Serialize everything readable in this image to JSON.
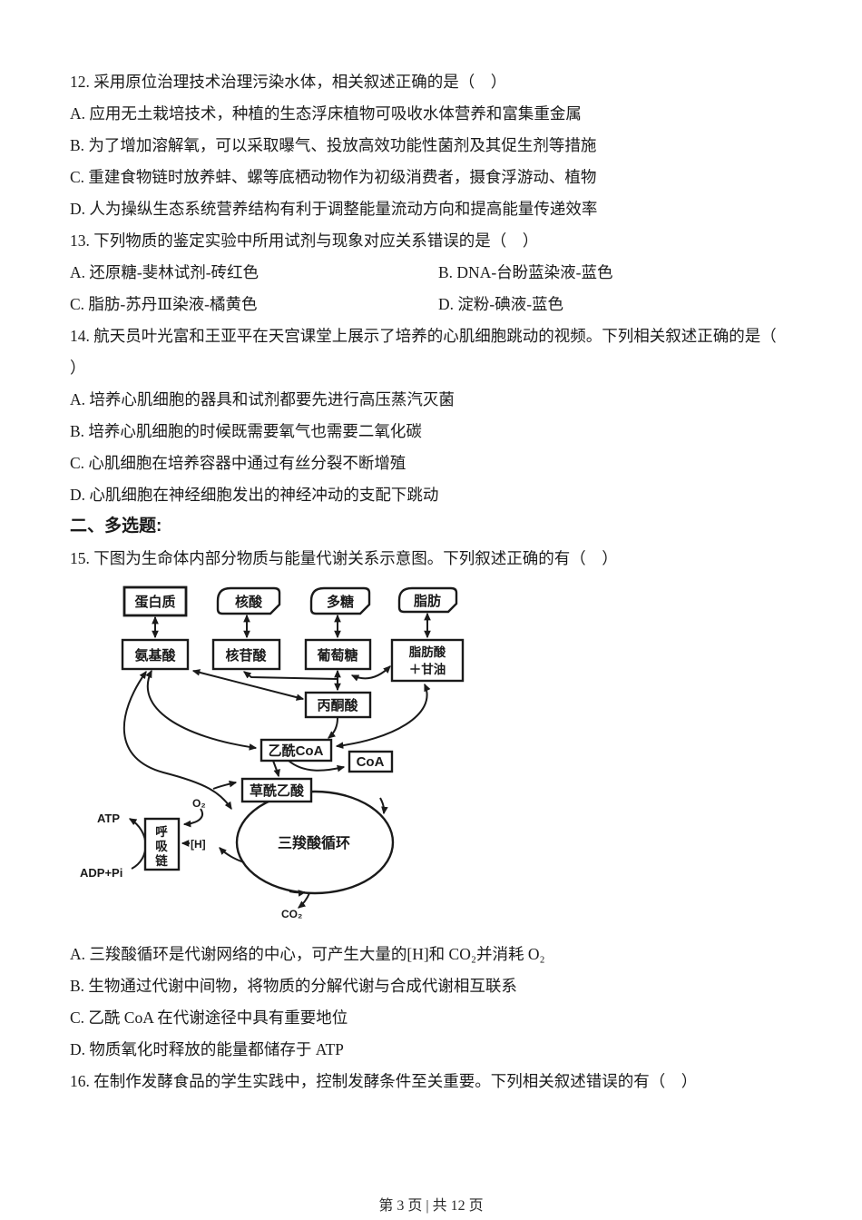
{
  "q12": {
    "stem": "12. 采用原位治理技术治理污染水体，相关叙述正确的是（　）",
    "options": [
      "A. 应用无土栽培技术，种植的生态浮床植物可吸收水体营养和富集重金属",
      "B. 为了增加溶解氧，可以采取曝气、投放高效功能性菌剂及其促生剂等措施",
      "C. 重建食物链时放养蚌、螺等底栖动物作为初级消费者，摄食浮游动、植物",
      "D. 人为操纵生态系统营养结构有利于调整能量流动方向和提高能量传递效率"
    ]
  },
  "q13": {
    "stem": "13. 下列物质的鉴定实验中所用试剂与现象对应关系错误的是（　）",
    "options": [
      "A. 还原糖-斐林试剂-砖红色",
      "B. DNA-台盼蓝染液-蓝色",
      "C. 脂肪-苏丹Ⅲ染液-橘黄色",
      "D. 淀粉-碘液-蓝色"
    ]
  },
  "q14": {
    "stem_line1": "14. 航天员叶光富和王亚平在天宫课堂上展示了培养的心肌细胞跳动的视频。下列相关叙述正确的是（",
    "stem_line2": "）",
    "options": [
      "A. 培养心肌细胞的器具和试剂都要先进行高压蒸汽灭菌",
      "B. 培养心肌细胞的时候既需要氧气也需要二氧化碳",
      "C. 心肌细胞在培养容器中通过有丝分裂不断增殖",
      "D. 心肌细胞在神经细胞发出的神经冲动的支配下跳动"
    ]
  },
  "section2": {
    "title": "二、多选题:"
  },
  "q15": {
    "stem": "15. 下图为生命体内部分物质与能量代谢关系示意图。下列叙述正确的有（　）",
    "options": [
      "A. 三羧酸循环是代谢网络的中心，可产生大量的[H]和 CO₂并消耗 O₂",
      "B. 生物通过代谢中间物，将物质的分解代谢与合成代谢相互联系",
      "C. 乙酰 CoA 在代谢途径中具有重要地位",
      "D. 物质氧化时释放的能量都储存于 ATP"
    ]
  },
  "q16": {
    "stem": "16. 在制作发酵食品的学生实践中，控制发酵条件至关重要。下列相关叙述错误的有（　）"
  },
  "diagram": {
    "protein": "蛋白质",
    "nucleic_acid": "核酸",
    "polysaccharide": "多糖",
    "fat": "脂肪",
    "amino_acid": "氨基酸",
    "nucleotide": "核苷酸",
    "glucose": "葡萄糖",
    "fatty_acid_line1": "脂肪酸",
    "fatty_acid_line2": "＋甘油",
    "pyruvate": "丙酮酸",
    "acetyl_coa": "乙酰CoA",
    "coa": "CoA",
    "oxaloacetate": "草酰乙酸",
    "tca_cycle": "三羧酸循环",
    "resp_chain": [
      "呼",
      "吸",
      "链"
    ],
    "atp": "ATP",
    "adp_pi": "ADP+Pi",
    "o2": "O₂",
    "h": "[H]",
    "co2": "CO₂"
  },
  "footer": {
    "text": "第 3 页  | 共 12 页"
  }
}
